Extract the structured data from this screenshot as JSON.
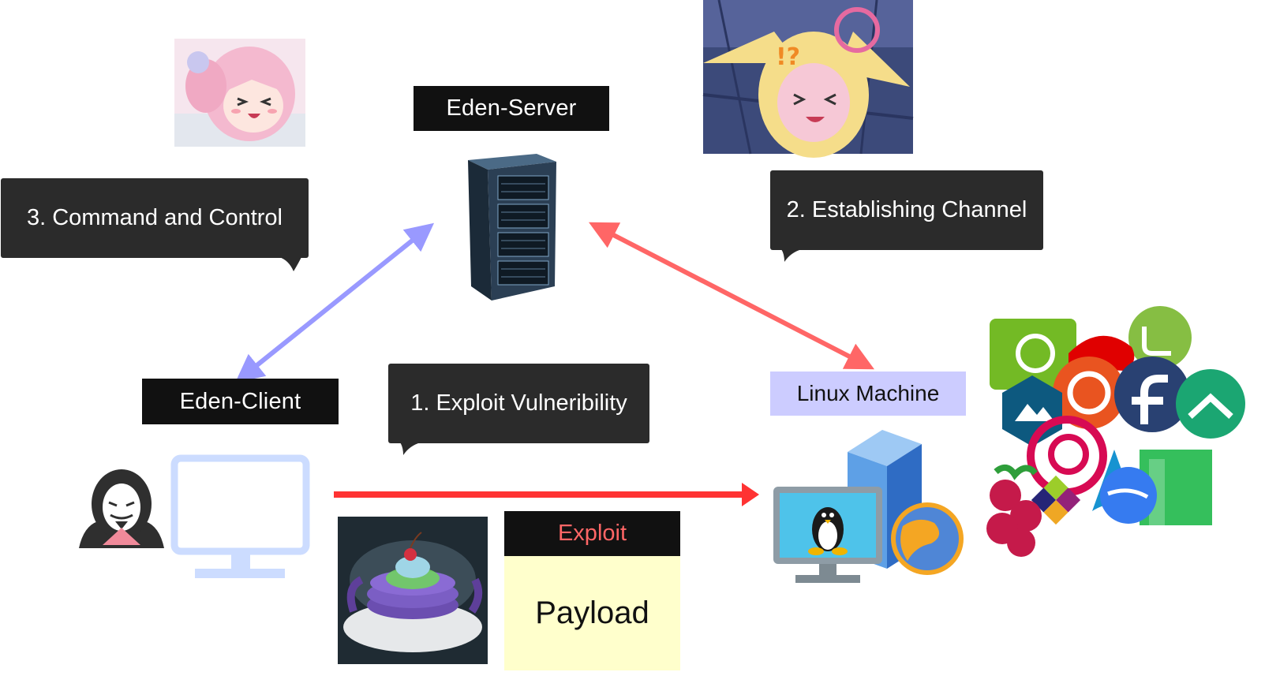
{
  "labels": {
    "server": "Eden-Server",
    "client": "Eden-Client",
    "linux": "Linux Machine",
    "exploit": "Exploit",
    "payload": "Payload"
  },
  "bubbles": {
    "step1": "1. Exploit Vulneribility",
    "step2": "2. Establishing Channel",
    "step3": "3. Command and Control"
  },
  "colors": {
    "c2_arrow": "#9999ff",
    "channel_arrow": "#ff6666",
    "exploit_arrow": "#ff3333",
    "bubble_bg": "#2b2b2b",
    "label_bg": "#111111",
    "linux_label_bg": "#ccccff",
    "payload_bg": "#ffffcc",
    "exploit_text": "#ff6666"
  },
  "icons": [
    "anime-girl-laughing-image",
    "anime-girl-bunny-hood-image",
    "server-rack-icon",
    "hacker-anonymous-icon",
    "monitor-icon",
    "pancake-dessert-image",
    "linux-desktop-icon",
    "linux-distro-logos-collage"
  ]
}
